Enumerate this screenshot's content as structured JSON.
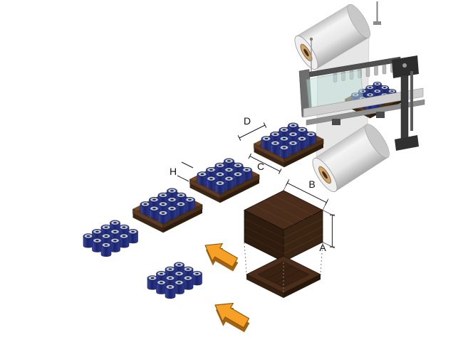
{
  "diagram": {
    "labels": {
      "tray_depth": "D",
      "tray_length": "C",
      "pack_height": "H",
      "case_width": "B",
      "case_height": "A"
    }
  },
  "colors": {
    "can_body": "#1b2468",
    "can_lid": "#c7cdd8",
    "tray_brown": "#5d3b24",
    "case_brown": "#3a2414",
    "arrow_orange": "#f6a026",
    "film_roll_core": "#d2a368",
    "machine_glass": "#bfe0d8"
  }
}
